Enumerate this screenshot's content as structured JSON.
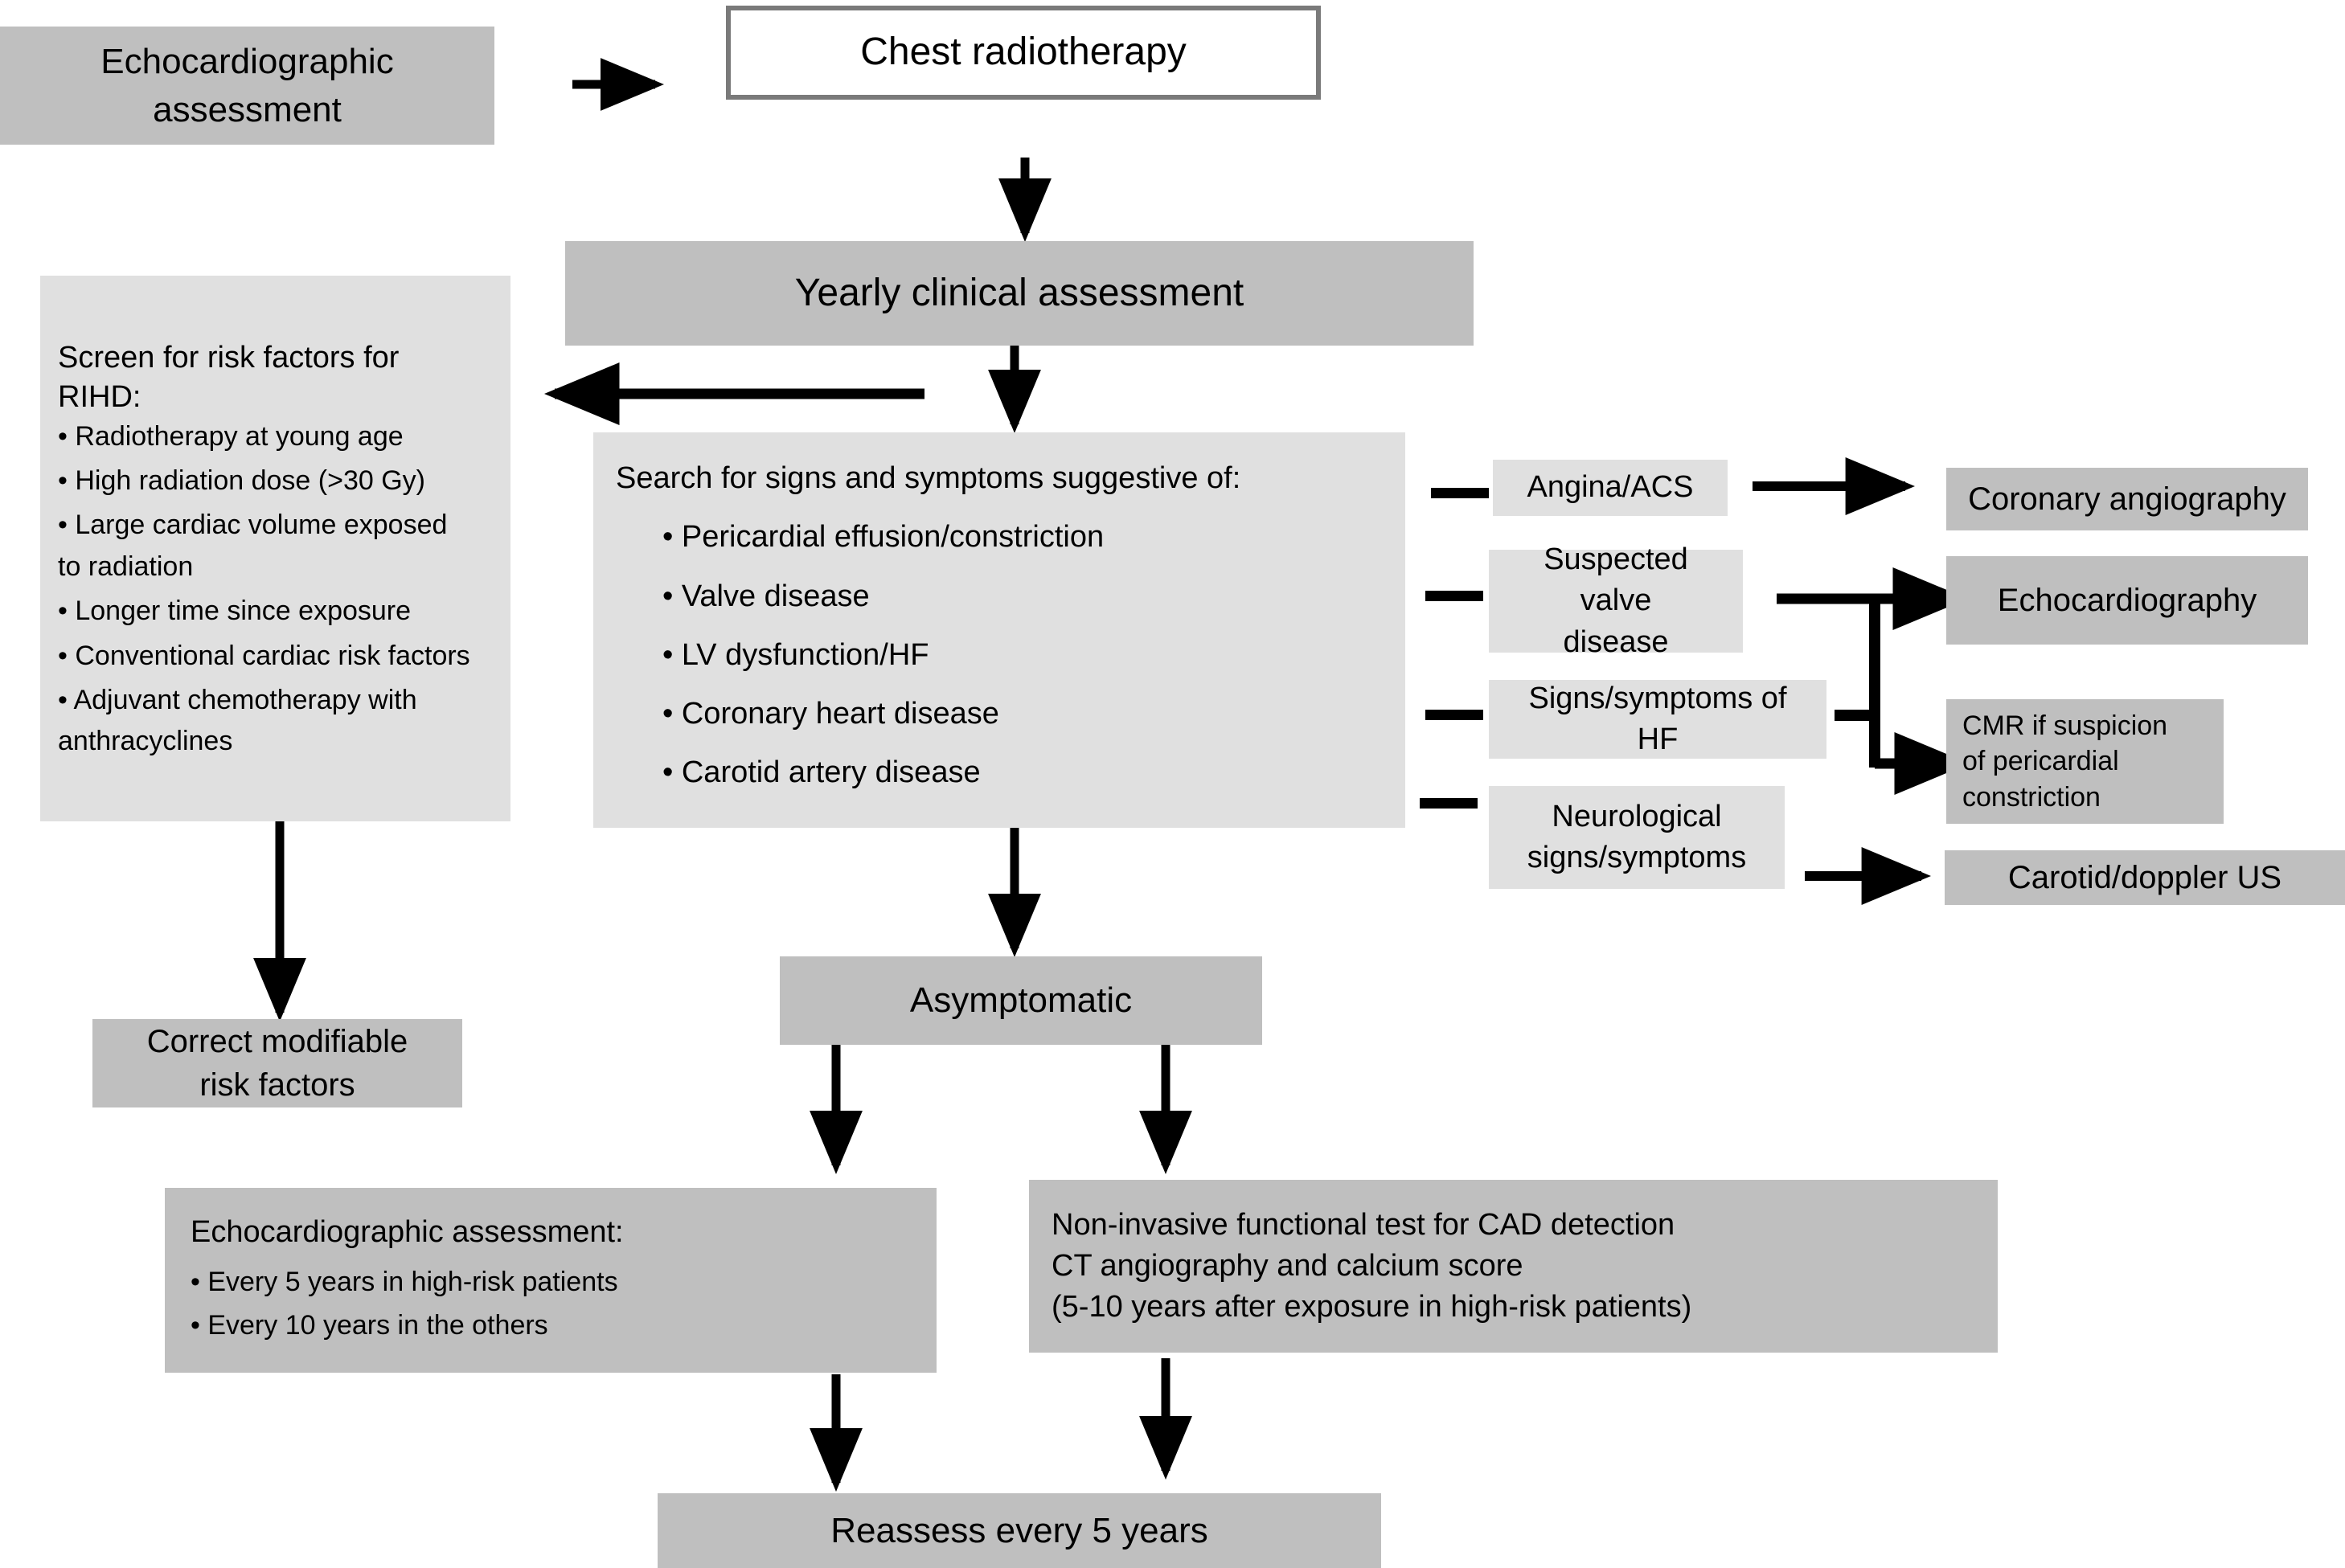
{
  "diagram": {
    "title": "Radiation-induced heart disease surveillance algorithm",
    "colors": {
      "box_dark": "#bfbfbf",
      "box_light": "#e0e0e0",
      "outline": "#7a7a7a",
      "arrow": "#000000",
      "background": "#ffffff"
    },
    "nodes": {
      "echo_assessment_top": "Echocardiographic\nassessment",
      "chest_radiotherapy": "Chest radiotherapy",
      "yearly_clinical_assessment": "Yearly clinical assessment",
      "asymptomatic": "Asymptomatic",
      "correct_modifiable": "Correct modifiable\nrisk factors",
      "reassess": "Reassess every 5 years"
    },
    "risk_factors_box": {
      "heading_line1": "Screen for risk factors for",
      "heading_line2": "RIHD:",
      "items": [
        "• Radiotherapy at young age",
        "• High radiation dose (>30 Gy)",
        "• Large cardiac volume exposed",
        "to radiation",
        "• Longer time since exposure",
        "• Conventional cardiac risk factors",
        "• Adjuvant chemotherapy with",
        "anthracyclines"
      ]
    },
    "search_box": {
      "heading": "Search for signs and symptoms suggestive of:",
      "items": [
        "• Pericardial effusion/constriction",
        "• Valve disease",
        "• LV dysfunction/HF",
        "• Coronary heart disease",
        "• Carotid artery disease"
      ]
    },
    "symptom_labels": [
      {
        "id": "angina",
        "text": "Angina/ACS"
      },
      {
        "id": "valve",
        "text": "Suspected valve\ndisease"
      },
      {
        "id": "hf",
        "text": "Signs/symptoms of HF"
      },
      {
        "id": "neuro",
        "text": "Neurological\nsigns/symptoms"
      }
    ],
    "investigations": [
      {
        "id": "coronary-angiography",
        "text": "Coronary angiography"
      },
      {
        "id": "echocardiography",
        "text": "Echocardiography"
      },
      {
        "id": "cmr",
        "text": "CMR if suspicion\nof pericardial\nconstriction"
      },
      {
        "id": "carotid-doppler",
        "text": "Carotid/doppler US"
      }
    ],
    "echo_followup_box": {
      "heading": "Echocardiographic assessment:",
      "items": [
        "• Every 5 years in high-risk patients",
        "• Every 10 years in the others"
      ]
    },
    "cad_box": {
      "lines": [
        "Non-invasive functional test for CAD detection",
        "CT angiography and calcium score",
        "(5-10 years after exposure in high-risk patients)"
      ]
    }
  }
}
